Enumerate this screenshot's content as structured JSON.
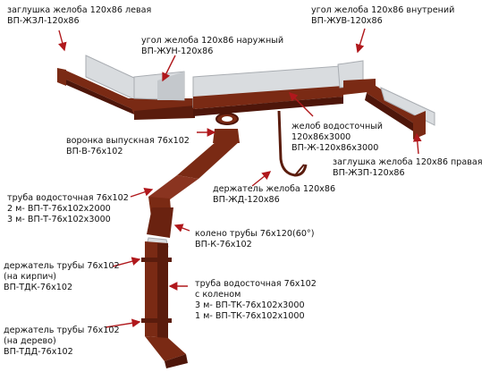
{
  "colors": {
    "gutter_brown": "#7a2a14",
    "gutter_dark": "#4e160a",
    "gutter_light": "#a34a2c",
    "metal": "#d9dcdf",
    "metal_shade": "#a9adb2",
    "arrow": "#b0181c"
  },
  "labels": {
    "cap_left": {
      "line1": "заглушка желоба 120х86 левая",
      "line2": "ВП-ЖЗЛ-120х86"
    },
    "corner_outer": {
      "line1": "угол желоба 120х86 наружный",
      "line2": "ВП-ЖУН-120х86"
    },
    "corner_inner": {
      "line1": "угол желоба 120х86 внутрений",
      "line2": "ВП-ЖУВ-120х86"
    },
    "funnel": {
      "line1": "воронка выпускная 76х102",
      "line2": "ВП-В-76х102"
    },
    "gutter": {
      "line1": "желоб водосточный",
      "line2": "120х86х3000",
      "line3": "ВП-Ж-120х86х3000"
    },
    "cap_right": {
      "line1": "заглушка желоба 120х86 правая",
      "line2": "ВП-ЖЗП-120х86"
    },
    "gutter_holder": {
      "line1": "держатель желоба 120х86",
      "line2": "ВП-ЖД-120х86"
    },
    "pipe": {
      "line1": "труба водосточная 76х102",
      "line2": "2 м- ВП-Т-76х102х2000",
      "line3": "3 м- ВП-Т-76х102х3000"
    },
    "elbow": {
      "line1": "колено трубы 76х120(60°)",
      "line2": "ВП-К-76х102"
    },
    "holder_brick": {
      "line1": "держатель трубы 76х102",
      "line2": "(на кирпич)",
      "line3": "ВП-ТДК-76х102"
    },
    "pipe_bend": {
      "line1": "труба водосточная 76х102",
      "line2": "с коленом",
      "line3": "3 м- ВП-ТК-76х102х3000",
      "line4": "1 м- ВП-ТК-76х102х1000"
    },
    "holder_wood": {
      "line1": "держатель трубы 76х102",
      "line2": "(на дерево)",
      "line3": "ВП-ТДД-76х102"
    }
  }
}
